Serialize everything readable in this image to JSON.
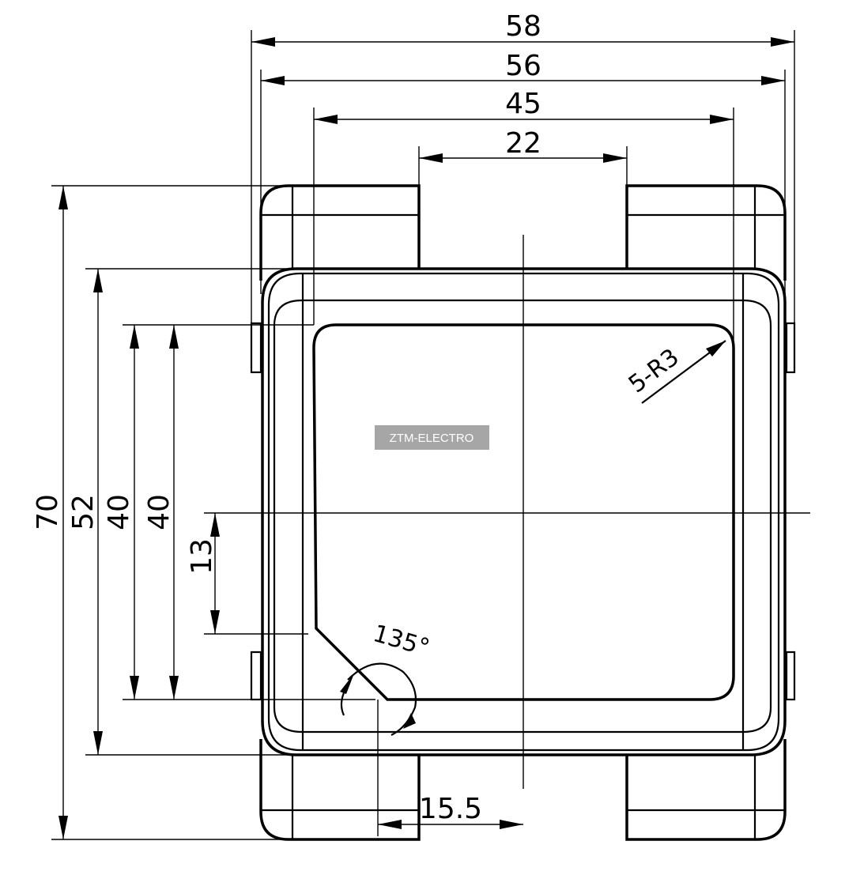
{
  "dimensions": {
    "width_overall": "58",
    "width_body": "56",
    "width_inner": "45",
    "width_notch": "22",
    "height_overall": "70",
    "height_body": "52",
    "height_inner_1": "40",
    "height_inner_2": "40",
    "offset_13": "13",
    "offset_15_5": "15.5",
    "radius_note": "5-R3",
    "chamfer_angle": "135°"
  },
  "watermark": "ZTM-ELECTRO",
  "colors": {
    "line": "#000000",
    "watermark_bg": "#a6a6a6",
    "watermark_text": "#ffffff"
  }
}
